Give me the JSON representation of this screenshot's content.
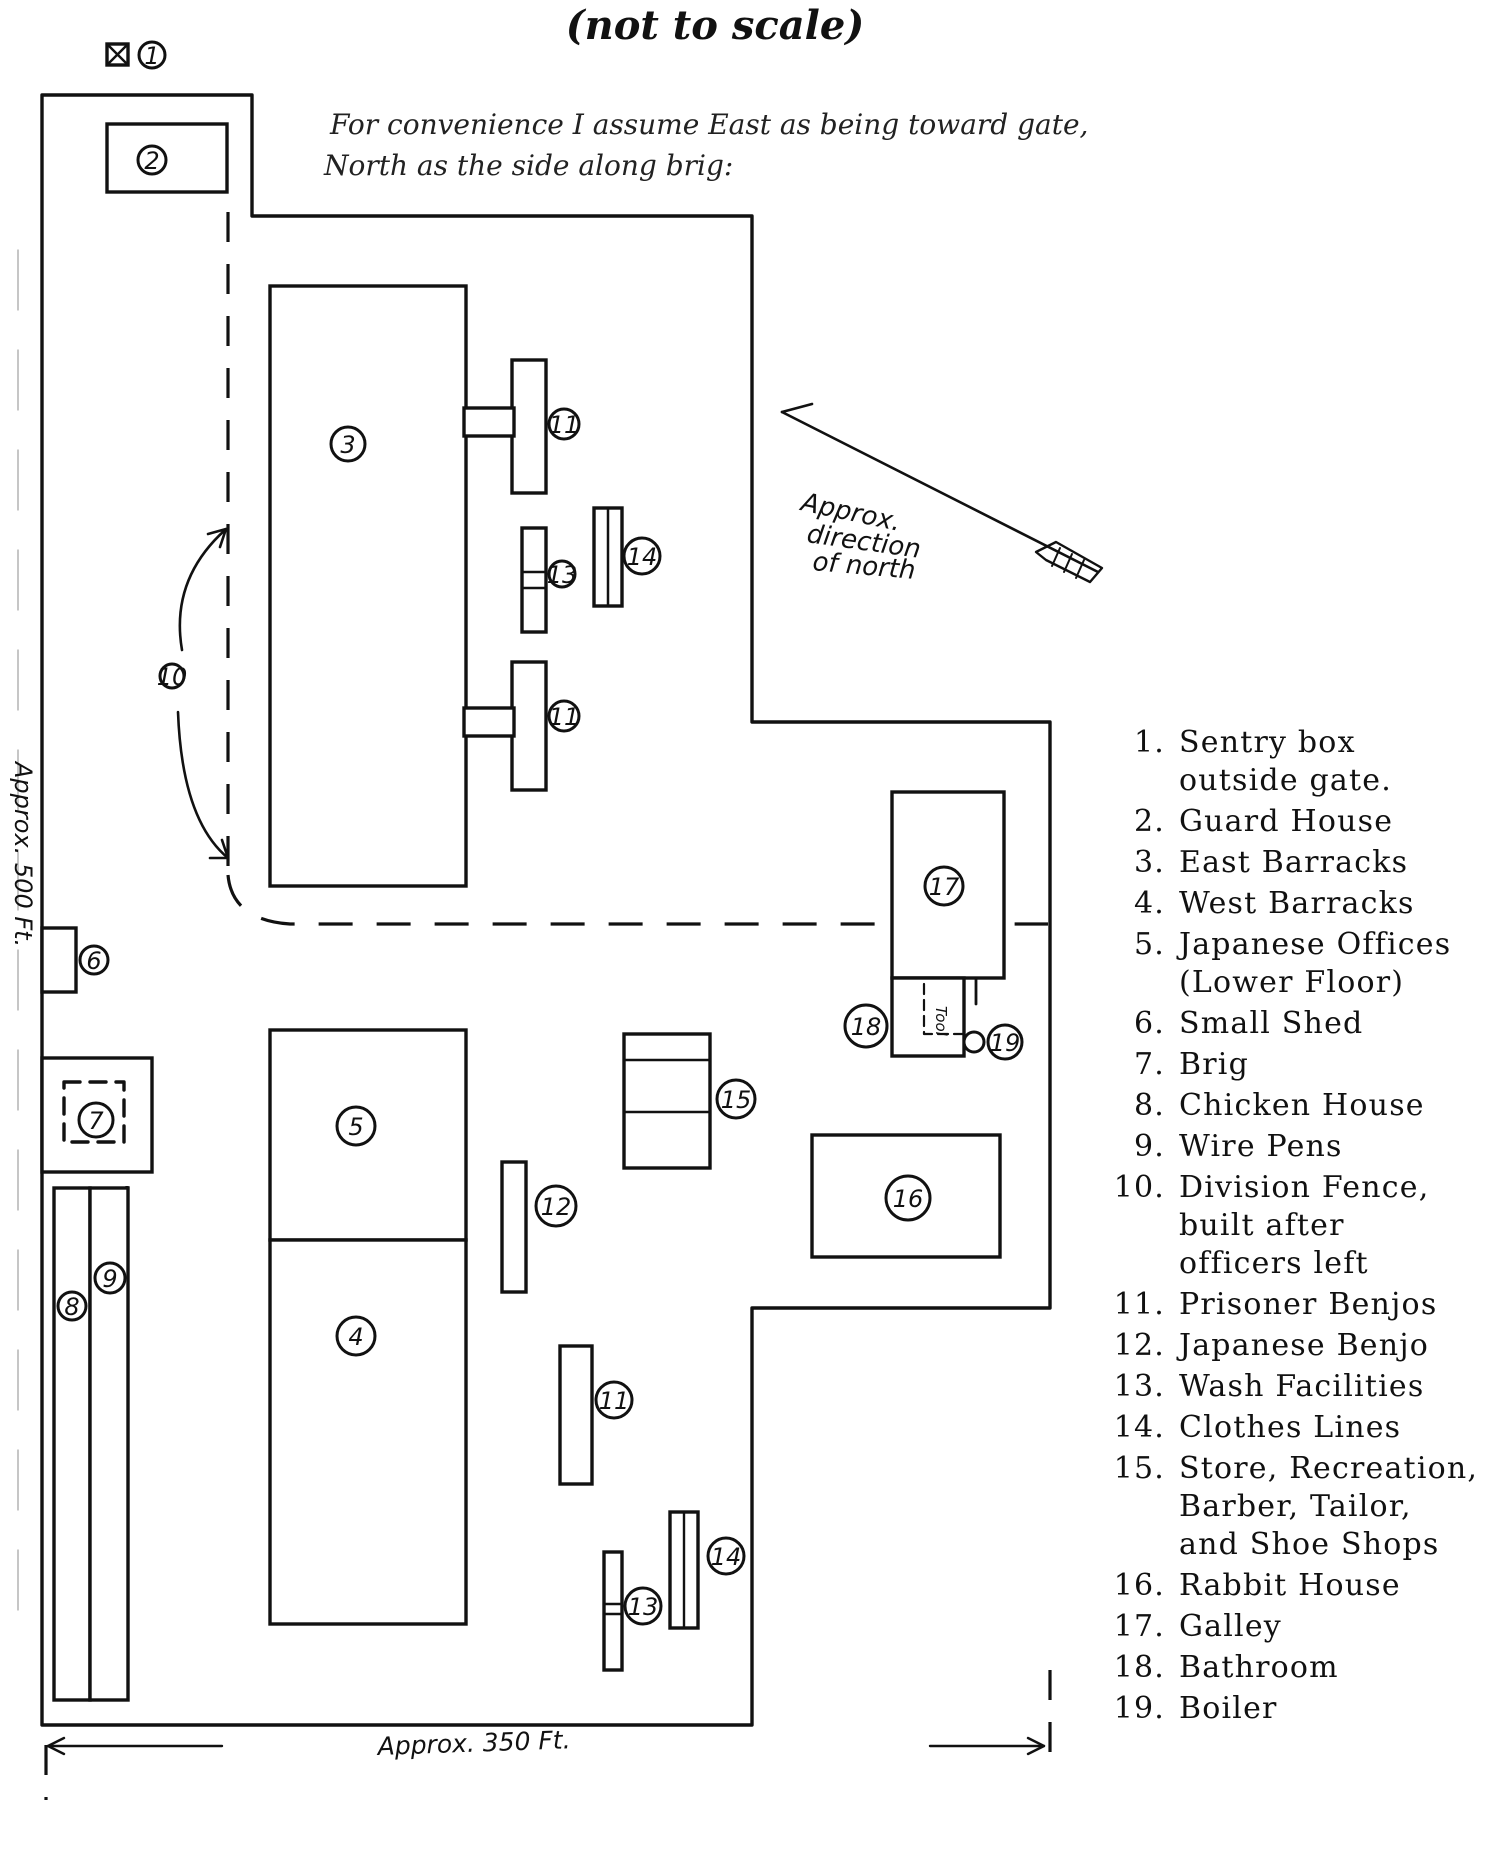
{
  "title": "(not to scale)",
  "note": {
    "line1": "For convenience I assume East as being toward gate,",
    "line2": "North as the side along brig:"
  },
  "north_indicator": {
    "line1": "Approx.",
    "line2": "direction",
    "line3": "of  north"
  },
  "dimensions": {
    "width_label": "Approx. 350 Ft.",
    "height_label": "Approx. 500 Ft."
  },
  "map_labels": {
    "tool_room": "Tool"
  },
  "legend": [
    {
      "num": "1.",
      "text": "Sentry box\noutside gate."
    },
    {
      "num": "2.",
      "text": "Guard House"
    },
    {
      "num": "3.",
      "text": "East Barracks"
    },
    {
      "num": "4.",
      "text": "West Barracks"
    },
    {
      "num": "5.",
      "text": "Japanese Offices\n(Lower Floor)"
    },
    {
      "num": "6.",
      "text": "Small Shed"
    },
    {
      "num": "7.",
      "text": "Brig"
    },
    {
      "num": "8.",
      "text": "Chicken House"
    },
    {
      "num": "9.",
      "text": "Wire Pens"
    },
    {
      "num": "10.",
      "text": "Division Fence,\nbuilt after\nofficers left"
    },
    {
      "num": "11.",
      "text": "Prisoner Benjos"
    },
    {
      "num": "12.",
      "text": "Japanese Benjo"
    },
    {
      "num": "13.",
      "text": "Wash Facilities"
    },
    {
      "num": "14.",
      "text": "Clothes Lines"
    },
    {
      "num": "15.",
      "text": "Store, Recreation,\nBarber, Tailor,\nand Shoe Shops"
    },
    {
      "num": "16.",
      "text": "Rabbit House"
    },
    {
      "num": "17.",
      "text": "Galley"
    },
    {
      "num": "18.",
      "text": "Bathroom"
    },
    {
      "num": "19.",
      "text": "Boiler"
    }
  ],
  "markers": [
    "1",
    "2",
    "3",
    "4",
    "5",
    "6",
    "7",
    "8",
    "9",
    "10",
    "11",
    "12",
    "13",
    "14",
    "15",
    "16",
    "17",
    "18",
    "19"
  ]
}
